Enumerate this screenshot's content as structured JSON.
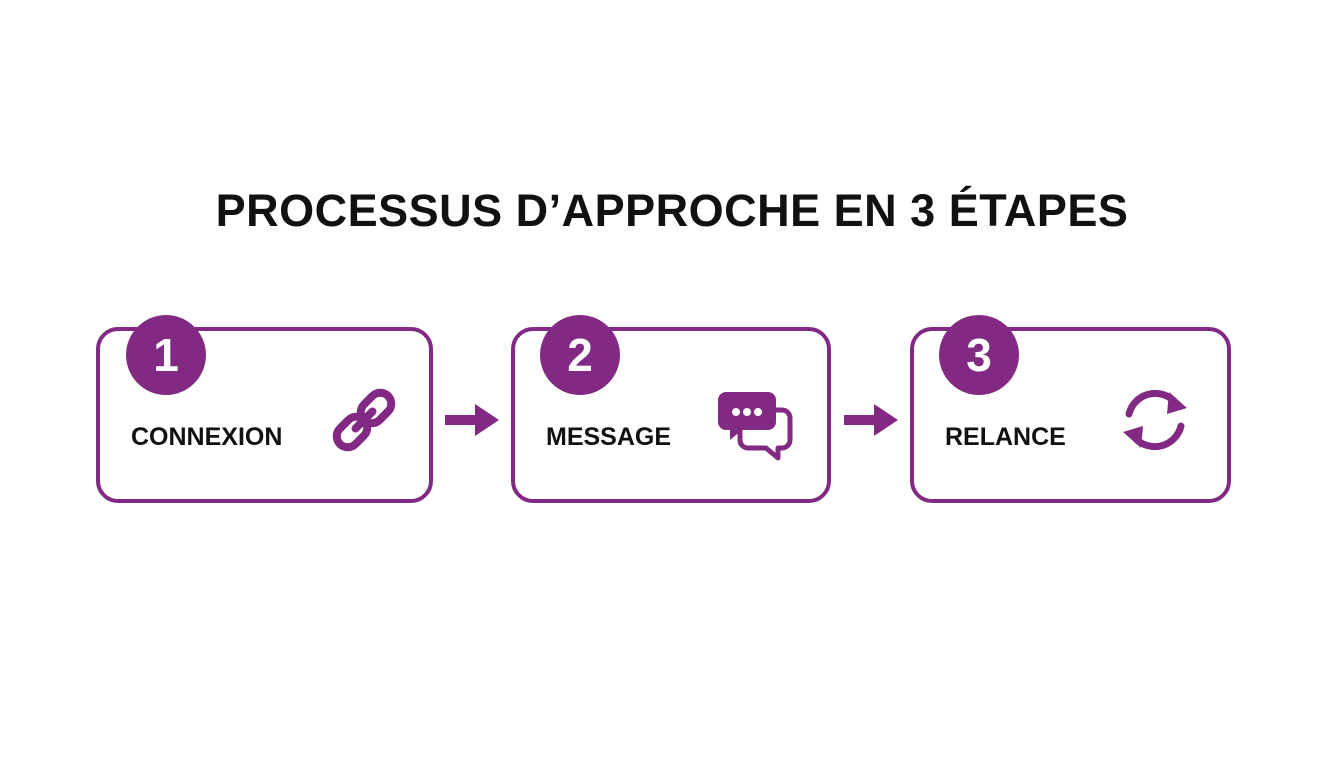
{
  "title": "PROCESSUS D’APPROCHE EN 3 ÉTAPES",
  "accent_color": "#822a83",
  "steps": [
    {
      "number": "1",
      "label": "CONNEXION",
      "icon": "link-icon"
    },
    {
      "number": "2",
      "label": "MESSAGE",
      "icon": "chat-bubbles-icon"
    },
    {
      "number": "3",
      "label": "RELANCE",
      "icon": "refresh-icon"
    }
  ],
  "connectors": [
    "arrow-right-icon",
    "arrow-right-icon"
  ]
}
